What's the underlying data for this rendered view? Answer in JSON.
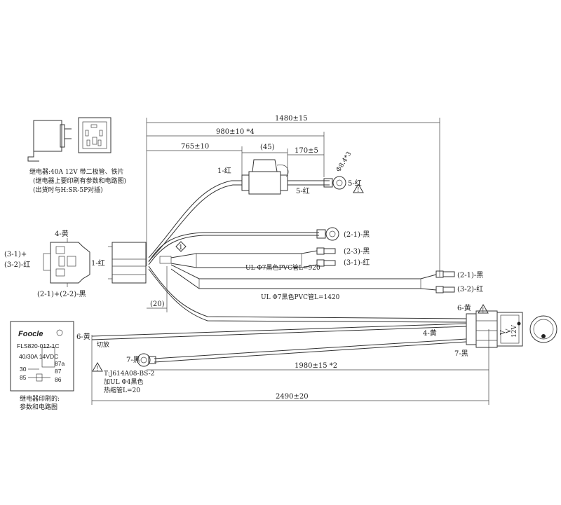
{
  "dimensions": {
    "total_length": "2490±20",
    "length_1480": "1480±15",
    "length_980": "980±10 *4",
    "length_765": "765±10",
    "length_45": "(45)",
    "length_170": "170±5",
    "length_20": "(20)",
    "length_1980": "1980±15 *2",
    "ring_diameter": "Φ8.4*3"
  },
  "relay_note": {
    "line1": "继电器:40A 12V 带二极管、铁片",
    "line2": "(继电器上要印刷有参数和电路图)",
    "line3": "(出货时与H:SR-5P对插)"
  },
  "relay_label": {
    "brand": "Foocle",
    "model": "FLS820-012-1C",
    "rating": "40/30A  14VDC",
    "pins": [
      "87a",
      "30",
      "87",
      "85",
      "86"
    ],
    "caption1": "继电器印刷的:",
    "caption2": "参数和电路图"
  },
  "wires": {
    "w1_red": "1-红",
    "w1_red_left": "1-红",
    "w4_yellow_top": "4-黄",
    "w31_plus": "(3-1)+",
    "w32_red": "(3-2)-红",
    "w21_22_black": "(2-1)+(2-2)-黑",
    "w5_red": "5-红",
    "w5_red_ring": "5-红",
    "w21_black": "(2-1)-黑",
    "w23_black": "(2-3)-黑",
    "w31_red": "(3-1)-红",
    "w21_black_r": "(2-1)-黑",
    "w32_red_r": "(3-2)-红",
    "w6_yellow_r": "6-黄",
    "w4_yellow_r": "4-黄",
    "w7_black_r": "7-黑",
    "w6_yellow_l": "6-黄",
    "w7_black_l": "7-黑",
    "cut_label": "切放"
  },
  "sleeves": {
    "pvc_920": "UL Φ7黑色PVC管L=920",
    "pvc_1420": "UL Φ7黑色PVC管L=1420"
  },
  "terminal_note": {
    "line1": "T:J614A08-BS-2",
    "line2": "加UL Φ4黑色",
    "line3": "热缩管L=20"
  },
  "markers": {
    "tri1": "!",
    "tri2": "!",
    "tri3": "!",
    "diamond": "1"
  },
  "switch_text": {
    "a": "V",
    "b": "V",
    "c": "12V"
  }
}
